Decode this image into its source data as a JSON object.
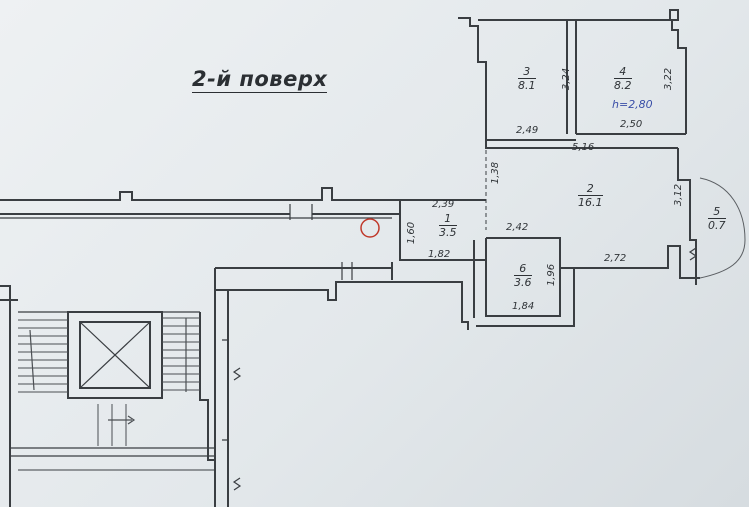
{
  "plan": {
    "title": "2-й поверх",
    "ceiling_height": "h=2,80",
    "rooms": [
      {
        "num": "1",
        "area": "3.5"
      },
      {
        "num": "2",
        "area": "16.1"
      },
      {
        "num": "3",
        "area": "8.1"
      },
      {
        "num": "4",
        "area": "8.2"
      },
      {
        "num": "5",
        "area": "0.7"
      },
      {
        "num": "6",
        "area": "3.6"
      }
    ],
    "dimensions": [
      "3,24",
      "3,22",
      "2,49",
      "2,50",
      "5,16",
      "1,38",
      "3,12",
      "2,39",
      "1,60",
      "1,82",
      "2,42",
      "1,96",
      "2,72",
      "1,84"
    ]
  }
}
